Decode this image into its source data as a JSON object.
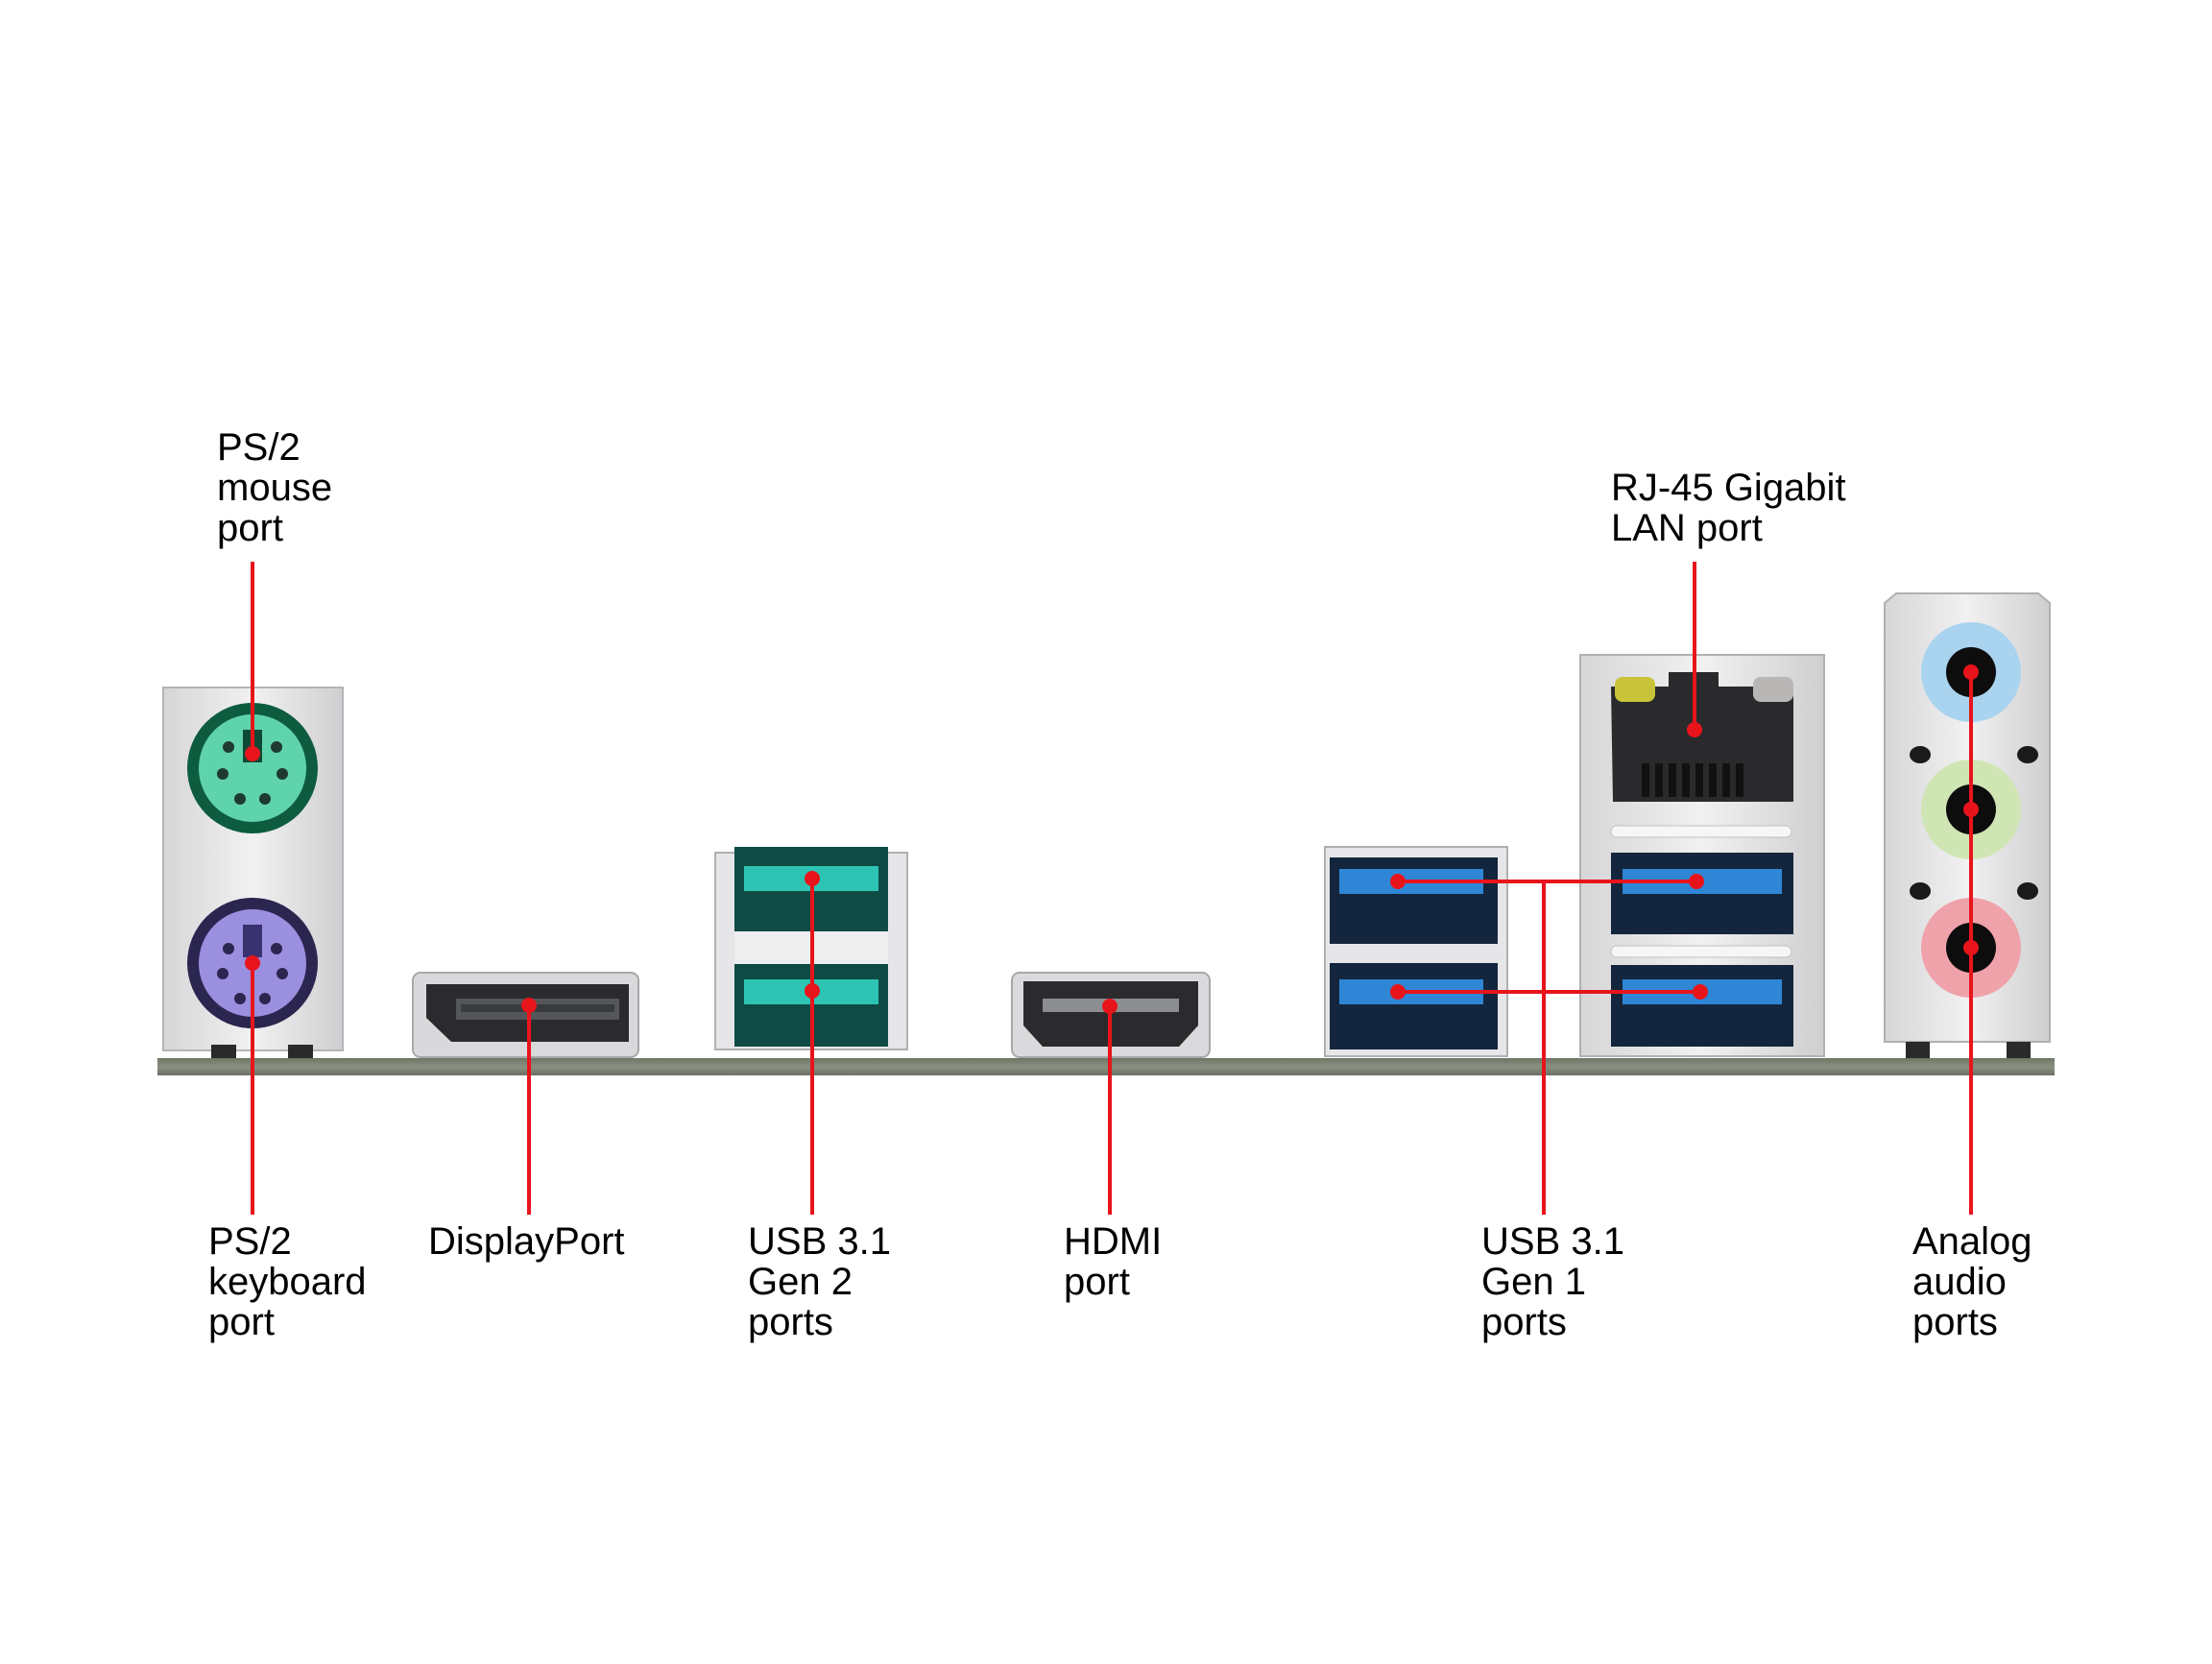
{
  "title": "Motherboard rear I/O panel",
  "colors": {
    "callout": "#e8141c",
    "board": "#7b8272",
    "bracket": "#e4e4e6",
    "ps2_mouse": "#5fd3ac",
    "ps2_keyboard": "#9b8fe0",
    "usb_gen2": "#2ec4b3",
    "usb_gen1": "#2f86d6",
    "audio_line_in": "#a9d3ee",
    "audio_line_out": "#cfe6b4",
    "audio_mic": "#f0a2aa",
    "lan_led_left": "#c9c33a",
    "lan_led_right": "#b9b7b6"
  },
  "labels": {
    "ps2_mouse": [
      "PS/2",
      "mouse",
      "port"
    ],
    "rj45": [
      "RJ-45 Gigabit",
      "LAN port"
    ],
    "ps2_keyboard": [
      "PS/2",
      "keyboard",
      "port"
    ],
    "displayport": [
      "DisplayPort"
    ],
    "usb31_gen2": [
      "USB 3.1",
      "Gen 2",
      "ports"
    ],
    "hdmi": [
      "HDMI",
      "port"
    ],
    "usb31_gen1": [
      "USB 3.1",
      "Gen 1",
      "ports"
    ],
    "audio": [
      "Analog",
      "audio",
      "ports"
    ]
  }
}
